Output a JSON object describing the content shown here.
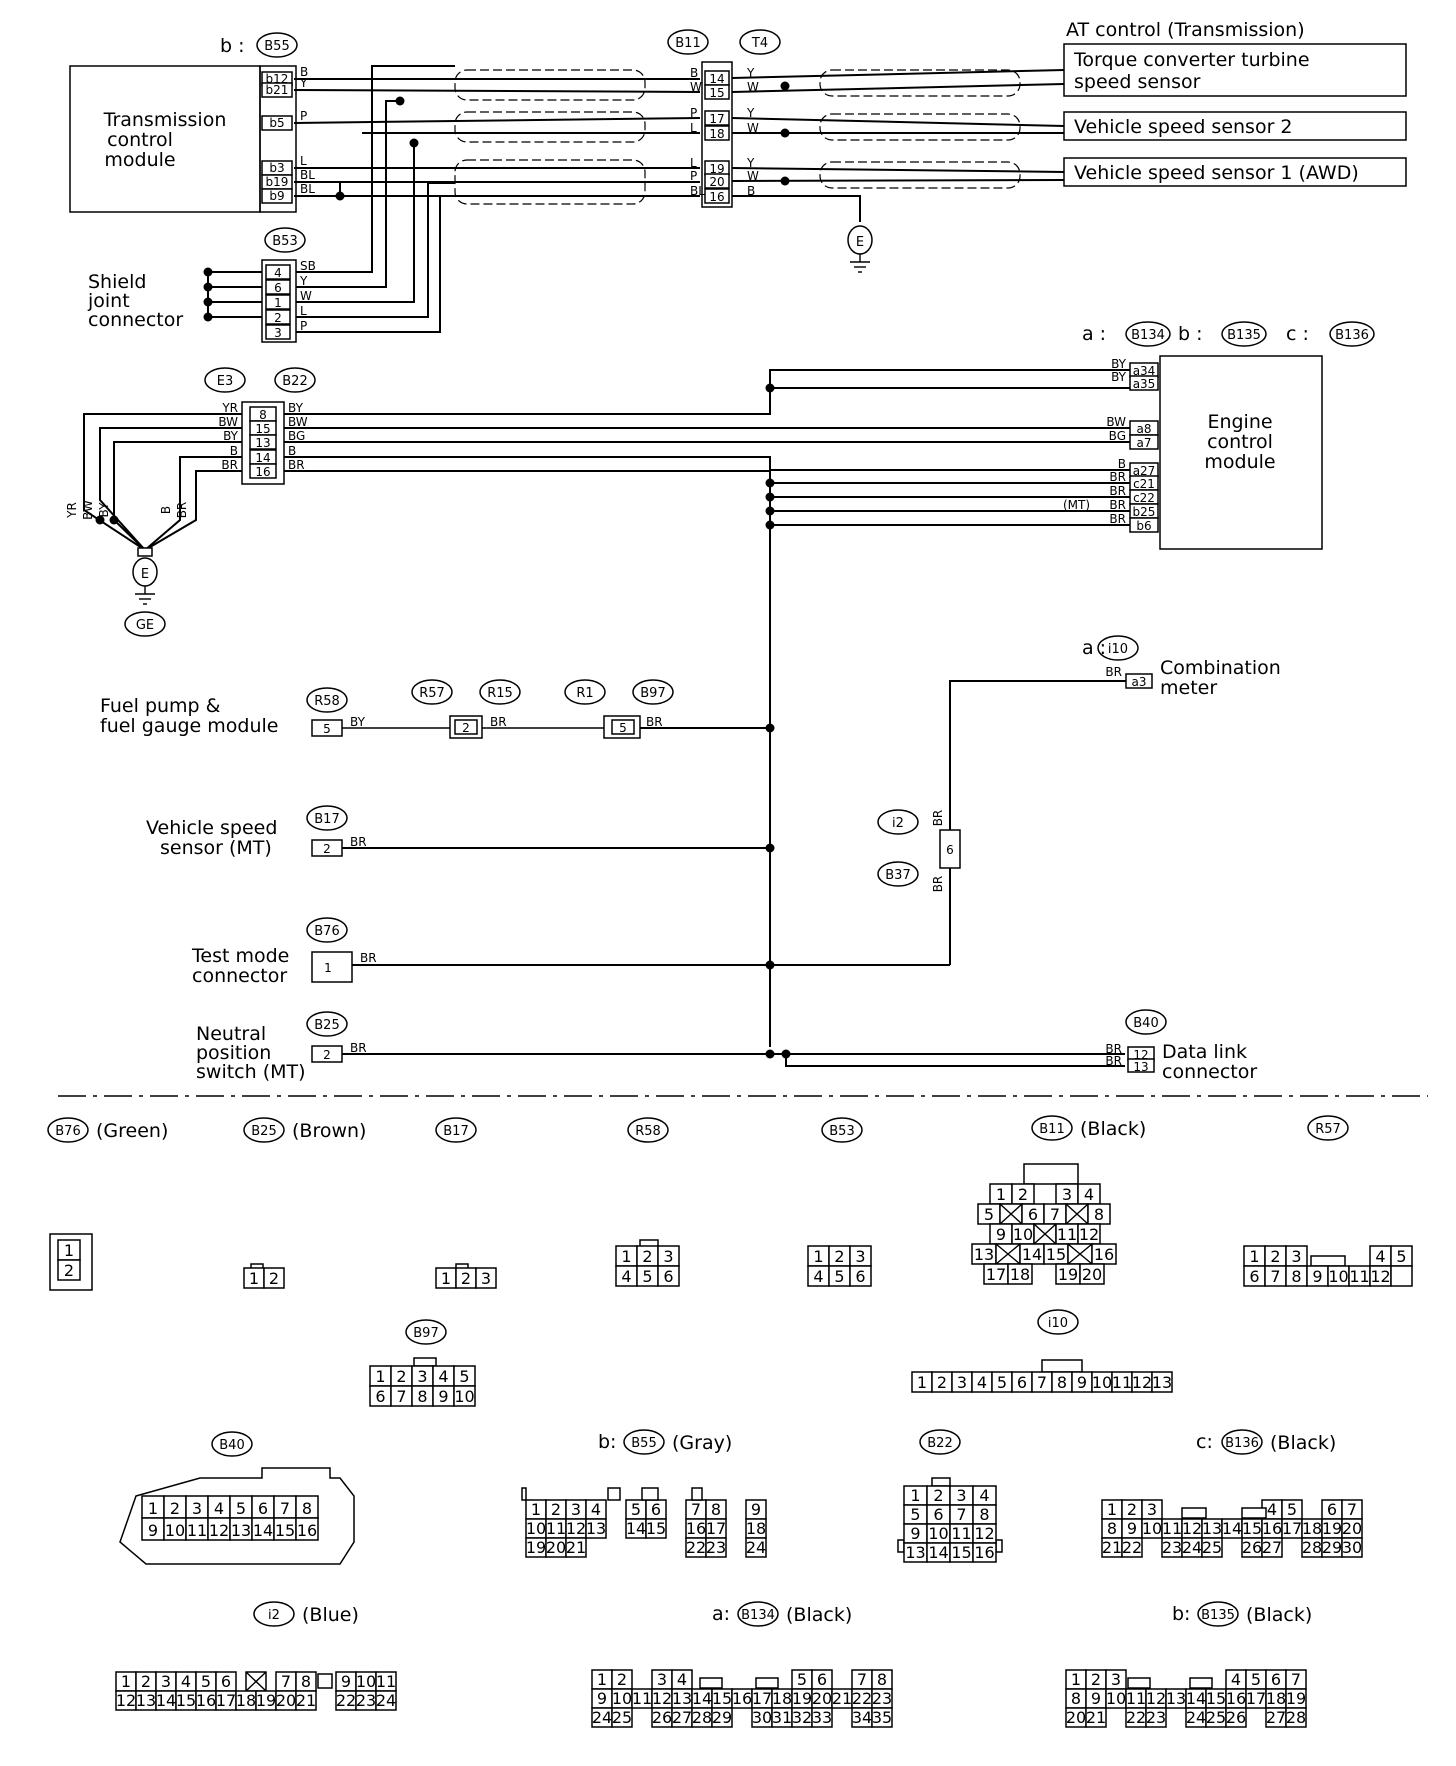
{
  "modules": {
    "tcm": {
      "line1": "Transmission",
      "line2": "control",
      "line3": "module",
      "prefix": "b :",
      "id": "B55",
      "pins": [
        "b12",
        "b21",
        "b5",
        "b3",
        "b19",
        "b9"
      ]
    },
    "shield": {
      "line1": "Shield",
      "line2": "joint",
      "line3": "connector",
      "id": "B53",
      "pins": [
        "4",
        "6",
        "1",
        "2",
        "3"
      ]
    },
    "at_control": {
      "title": "AT control (Transmission)",
      "tc_line1": "Torque converter turbine",
      "tc_line2": "speed sensor",
      "vss2": "Vehicle speed sensor 2",
      "vss1": "Vehicle speed sensor 1 (AWD)"
    },
    "ecm": {
      "line1": "Engine",
      "line2": "control",
      "line3": "module",
      "ids": [
        {
          "prefix": "a :",
          "id": "B134"
        },
        {
          "prefix": "b :",
          "id": "B135"
        },
        {
          "prefix": "c :",
          "id": "B136"
        }
      ],
      "pins": [
        "a34",
        "a35",
        "a8",
        "a7",
        "a27",
        "c21",
        "c22",
        "b25",
        "b6"
      ],
      "wires": [
        "BY",
        "BY",
        "BW",
        "BG",
        "B",
        "BR",
        "BR",
        "BR",
        "BR"
      ],
      "mt_note": "(MT)"
    },
    "fuel": {
      "line1": "Fuel pump &",
      "line2": "fuel gauge module"
    },
    "vss_mt": {
      "line1": "Vehicle speed",
      "line2": "sensor (MT)"
    },
    "test_mode": {
      "line1": "Test mode",
      "line2": "connector"
    },
    "neutral": {
      "line1": "Neutral",
      "line2": "position",
      "line3": "switch (MT)"
    },
    "combo": {
      "line1": "Combination",
      "line2": "meter",
      "prefix": "a :",
      "id": "i10",
      "pin": "a3"
    },
    "dlc": {
      "line1": "Data link",
      "line2": "connector",
      "id": "B40",
      "pins": [
        "12",
        "13"
      ]
    }
  },
  "connectors": {
    "b11": "B11",
    "t4": "T4",
    "b11_pins": [
      "14",
      "15",
      "17",
      "18",
      "19",
      "20",
      "16"
    ],
    "e3": "E3",
    "b22": "B22",
    "e3_pins": [
      "8",
      "15",
      "13",
      "14",
      "16"
    ],
    "r58": "R58",
    "r58_pin": "5",
    "r57": "R57",
    "r15": "R15",
    "r15_pin": "2",
    "r1": "R1",
    "b97": "B97",
    "b97_pin": "5",
    "b17": "B17",
    "b17_pin": "2",
    "b76": "B76",
    "b76_pin": "1",
    "b25": "B25",
    "b25_pin": "2",
    "i2": "i2",
    "b37": "B37",
    "i2_pin": "6",
    "ground": "E",
    "ge": "GE"
  },
  "wires": {
    "tcm": [
      "B",
      "Y",
      "P",
      "L",
      "BL",
      "BL"
    ],
    "shield": [
      "SB",
      "Y",
      "W",
      "L",
      "P"
    ],
    "b11_left": [
      "B",
      "W",
      "P",
      "L",
      "L",
      "P",
      "BL"
    ],
    "t4_right": [
      "Y",
      "W",
      "Y",
      "W",
      "Y",
      "W",
      "B"
    ],
    "e3_left": [
      "YR",
      "BW",
      "BY",
      "B",
      "BR"
    ],
    "e3_right": [
      "BY",
      "BW",
      "BG",
      "B",
      "BR"
    ],
    "ground_fan": [
      "YR",
      "BW",
      "BY",
      "B",
      "BR"
    ],
    "by": "BY",
    "br": "BR"
  },
  "legend": {
    "b76": {
      "id": "B76",
      "color": "(Green)",
      "pins": [
        "1",
        "2"
      ]
    },
    "b25": {
      "id": "B25",
      "color": "(Brown)",
      "pins": [
        "1",
        "2"
      ]
    },
    "b17": {
      "id": "B17",
      "pins": [
        "1",
        "2",
        "3"
      ]
    },
    "r58": {
      "id": "R58",
      "pins": [
        "1",
        "2",
        "3",
        "4",
        "5",
        "6"
      ]
    },
    "b53": {
      "id": "B53",
      "pins": [
        "1",
        "2",
        "3",
        "4",
        "5",
        "6"
      ]
    },
    "b11": {
      "id": "B11",
      "color": "(Black)",
      "pins": [
        "1",
        "2",
        "3",
        "4",
        "5",
        "6",
        "7",
        "8",
        "9",
        "10",
        "11",
        "12",
        "13",
        "14",
        "15",
        "16",
        "17",
        "18",
        "19",
        "20"
      ]
    },
    "r57": {
      "id": "R57",
      "pins": [
        "1",
        "2",
        "3",
        "4",
        "5",
        "6",
        "7",
        "8",
        "9",
        "10",
        "11",
        "12"
      ]
    },
    "b97": {
      "id": "B97",
      "pins": [
        "1",
        "2",
        "3",
        "4",
        "5",
        "6",
        "7",
        "8",
        "9",
        "10"
      ]
    },
    "i10": {
      "id": "i10",
      "pins": [
        "1",
        "2",
        "3",
        "4",
        "5",
        "6",
        "7",
        "8",
        "9",
        "10",
        "11",
        "12",
        "13"
      ]
    },
    "b40": {
      "id": "B40",
      "pins": [
        "1",
        "2",
        "3",
        "4",
        "5",
        "6",
        "7",
        "8",
        "9",
        "10",
        "11",
        "12",
        "13",
        "14",
        "15",
        "16"
      ]
    },
    "b55": {
      "prefix": "b:",
      "id": "B55",
      "color": "(Gray)",
      "pins": [
        "1",
        "2",
        "3",
        "4",
        "5",
        "6",
        "7",
        "8",
        "9",
        "10",
        "11",
        "12",
        "13",
        "14",
        "15",
        "16",
        "17",
        "18",
        "19",
        "20",
        "21",
        "22",
        "23",
        "24"
      ]
    },
    "b22": {
      "id": "B22",
      "pins": [
        "1",
        "2",
        "3",
        "4",
        "5",
        "6",
        "7",
        "8",
        "9",
        "10",
        "11",
        "12",
        "13",
        "14",
        "15",
        "16"
      ]
    },
    "b136": {
      "prefix": "c:",
      "id": "B136",
      "color": "(Black)",
      "pins": [
        "1",
        "2",
        "3",
        "4",
        "5",
        "6",
        "7",
        "8",
        "9",
        "10",
        "11",
        "12",
        "13",
        "14",
        "15",
        "16",
        "17",
        "18",
        "19",
        "20",
        "21",
        "22",
        "23",
        "24",
        "25",
        "26",
        "27",
        "28",
        "29",
        "30"
      ]
    },
    "i2": {
      "id": "i2",
      "color": "(Blue)",
      "pins": [
        "1",
        "2",
        "3",
        "4",
        "5",
        "6",
        "7",
        "8",
        "9",
        "10",
        "11",
        "12",
        "13",
        "14",
        "15",
        "16",
        "17",
        "18",
        "19",
        "20",
        "21",
        "22",
        "23",
        "24"
      ]
    },
    "b134": {
      "prefix": "a:",
      "id": "B134",
      "color": "(Black)",
      "pins": [
        "1",
        "2",
        "3",
        "4",
        "5",
        "6",
        "7",
        "8",
        "9",
        "10",
        "11",
        "12",
        "13",
        "14",
        "15",
        "16",
        "17",
        "18",
        "19",
        "20",
        "21",
        "22",
        "23",
        "24",
        "25",
        "26",
        "27",
        "28",
        "29",
        "30",
        "31",
        "32",
        "33",
        "34",
        "35"
      ]
    },
    "b135": {
      "prefix": "b:",
      "id": "B135",
      "color": "(Black)",
      "pins": [
        "1",
        "2",
        "3",
        "4",
        "5",
        "6",
        "7",
        "8",
        "9",
        "10",
        "11",
        "12",
        "13",
        "14",
        "15",
        "16",
        "17",
        "18",
        "19",
        "20",
        "21",
        "22",
        "23",
        "24",
        "25",
        "26",
        "27",
        "28"
      ]
    }
  }
}
